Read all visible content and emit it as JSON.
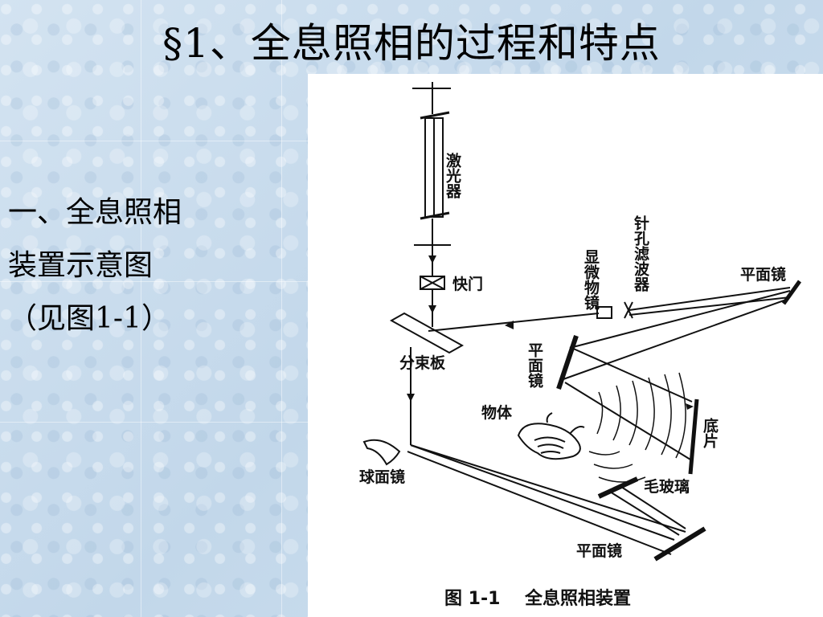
{
  "slide": {
    "title": "§1、全息照相的过程和特点",
    "body": {
      "line1": "一、全息照相",
      "line2": "装置示意图",
      "line3": "（见图1-1）"
    }
  },
  "figure": {
    "caption": "图 1-1    全息照相装置",
    "labels": {
      "laser": "激光器",
      "shutter": "快门",
      "beam_splitter": "分束板",
      "microscope_objective": "显微物镜",
      "pinhole_filter": "针孔滤波器",
      "plane_mirror": "平面镜",
      "object": "物体",
      "film": "底片",
      "ground_glass": "毛玻璃",
      "spherical_mirror": "球面镜"
    }
  }
}
